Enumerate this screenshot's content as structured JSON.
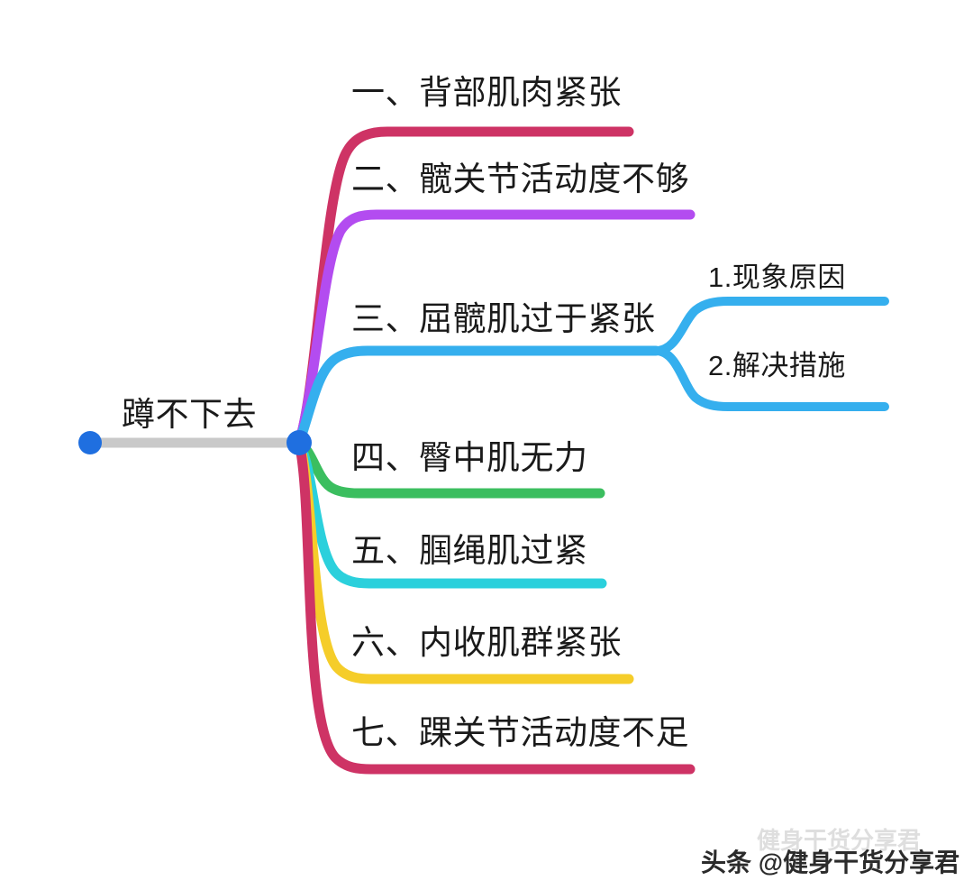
{
  "diagram": {
    "type": "mind-map",
    "title": "蹲不下去",
    "background_color": "#ffffff",
    "root": {
      "label": "蹲不下去",
      "node_color": "#1f6fe0",
      "stem_color": "#c9c9c9"
    },
    "branches": [
      {
        "index": "1",
        "label": "一、背部肌肉紧张",
        "color": "#ce3365",
        "children": []
      },
      {
        "index": "2",
        "label": "二、髋关节活动度不够",
        "color": "#b34cf0",
        "children": []
      },
      {
        "index": "3",
        "label": "三、屈髋肌过于紧张",
        "color": "#35afee",
        "children": [
          {
            "label": "1.现象原因",
            "color": "#35afee"
          },
          {
            "label": "2.解决措施",
            "color": "#35afee"
          }
        ]
      },
      {
        "index": "4",
        "label": "四、臀中肌无力",
        "color": "#3bbe5f",
        "children": []
      },
      {
        "index": "5",
        "label": "五、腘绳肌过紧",
        "color": "#2bd0dc",
        "children": []
      },
      {
        "index": "6",
        "label": "六、内收肌群紧张",
        "color": "#f5cd2a",
        "children": []
      },
      {
        "index": "7",
        "label": "七、踝关节活动度不足",
        "color": "#ce3365",
        "children": []
      }
    ]
  },
  "watermark": {
    "main": "头条 @健身干货分享君",
    "ghost": "健身干货分享君"
  }
}
